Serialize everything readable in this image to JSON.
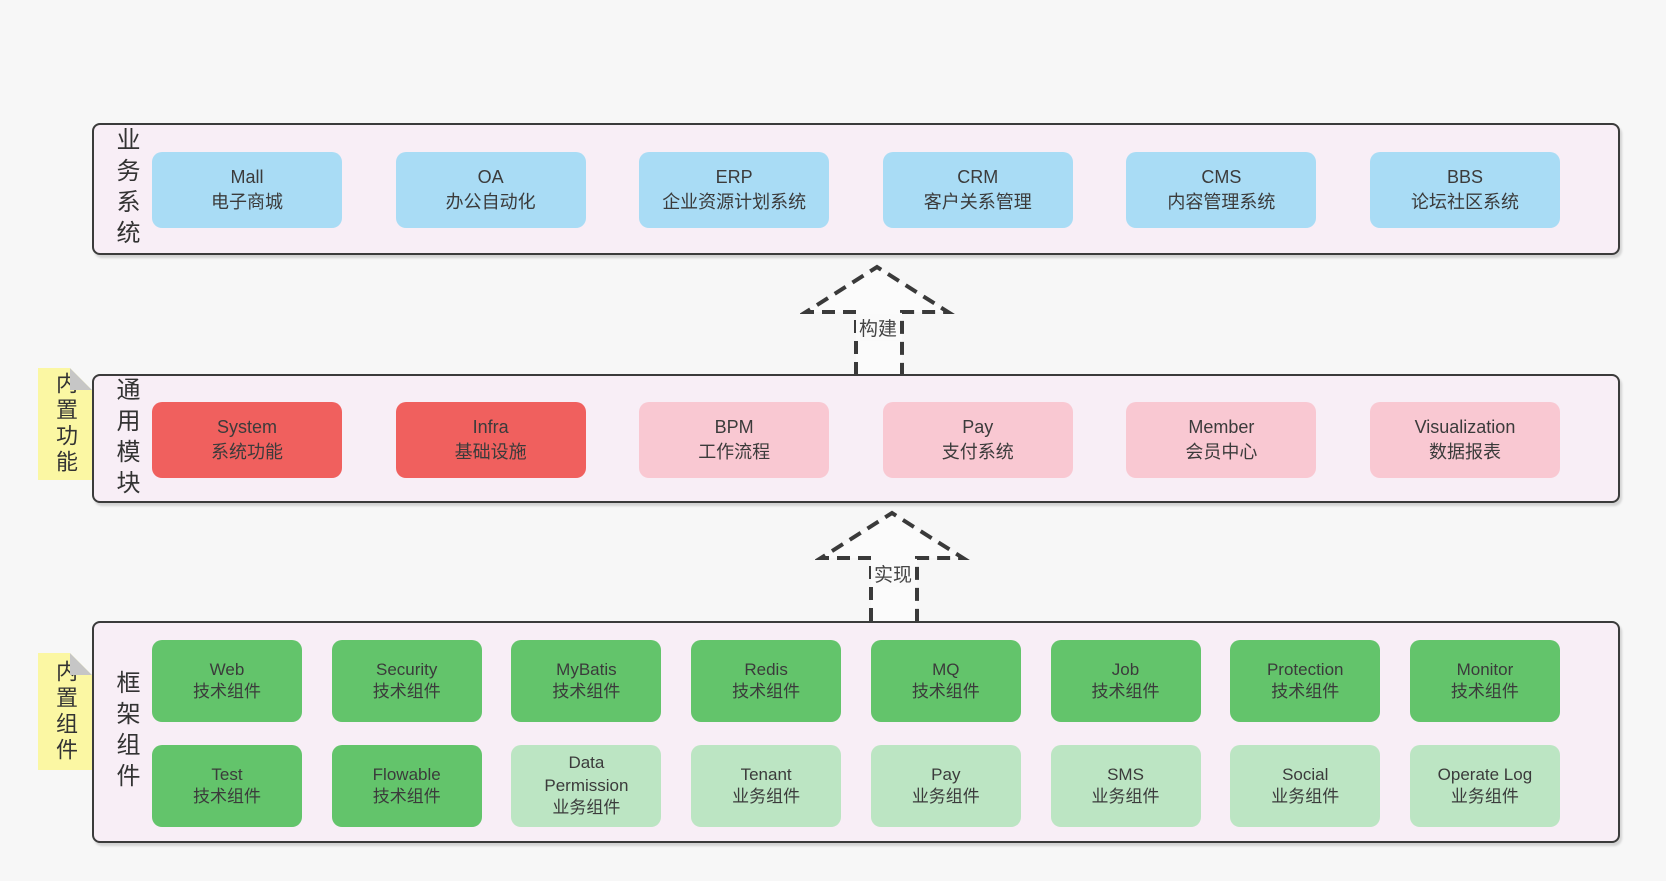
{
  "colors": {
    "page_bg": "#f7f7f7",
    "band_bg": "#f8eef6",
    "band_border": "#3b3b3b",
    "blue": "#a9dcf5",
    "red": "#f0605e",
    "pink": "#f9c8d2",
    "green_dark": "#63c46b",
    "green_light": "#bce5c3",
    "note_yellow": "#fbf7a3",
    "text": "#3b3b3b"
  },
  "arrows": [
    {
      "label": "构建"
    },
    {
      "label": "实现"
    }
  ],
  "bands": [
    {
      "label": "业务系统",
      "boxes": [
        {
          "title": "Mall",
          "subtitle": "电子商城",
          "variant": "blue"
        },
        {
          "title": "OA",
          "subtitle": "办公自动化",
          "variant": "blue"
        },
        {
          "title": "ERP",
          "subtitle": "企业资源计划系统",
          "variant": "blue"
        },
        {
          "title": "CRM",
          "subtitle": "客户关系管理",
          "variant": "blue"
        },
        {
          "title": "CMS",
          "subtitle": "内容管理系统",
          "variant": "blue"
        },
        {
          "title": "BBS",
          "subtitle": "论坛社区系统",
          "variant": "blue"
        }
      ]
    },
    {
      "label": "通用模块",
      "note": "内置功能",
      "boxes": [
        {
          "title": "System",
          "subtitle": "系统功能",
          "variant": "red"
        },
        {
          "title": "Infra",
          "subtitle": "基础设施",
          "variant": "red"
        },
        {
          "title": "BPM",
          "subtitle": "工作流程",
          "variant": "pink"
        },
        {
          "title": "Pay",
          "subtitle": "支付系统",
          "variant": "pink"
        },
        {
          "title": "Member",
          "subtitle": "会员中心",
          "variant": "pink"
        },
        {
          "title": "Visualization",
          "subtitle": "数据报表",
          "variant": "pink"
        }
      ]
    },
    {
      "label": "框架组件",
      "note": "内置组件",
      "rows": [
        [
          {
            "title": "Web",
            "subtitle": "技术组件",
            "variant": "green-dark"
          },
          {
            "title": "Security",
            "subtitle": "技术组件",
            "variant": "green-dark"
          },
          {
            "title": "MyBatis",
            "subtitle": "技术组件",
            "variant": "green-dark"
          },
          {
            "title": "Redis",
            "subtitle": "技术组件",
            "variant": "green-dark"
          },
          {
            "title": "MQ",
            "subtitle": "技术组件",
            "variant": "green-dark"
          },
          {
            "title": "Job",
            "subtitle": "技术组件",
            "variant": "green-dark"
          },
          {
            "title": "Protection",
            "subtitle": "技术组件",
            "variant": "green-dark"
          },
          {
            "title": "Monitor",
            "subtitle": "技术组件",
            "variant": "green-dark"
          }
        ],
        [
          {
            "title": "Test",
            "subtitle": "技术组件",
            "variant": "green-dark"
          },
          {
            "title": "Flowable",
            "subtitle": "技术组件",
            "variant": "green-dark"
          },
          {
            "title": "Data Permission",
            "subtitle": "业务组件",
            "variant": "green-light"
          },
          {
            "title": "Tenant",
            "subtitle": "业务组件",
            "variant": "green-light"
          },
          {
            "title": "Pay",
            "subtitle": "业务组件",
            "variant": "green-light"
          },
          {
            "title": "SMS",
            "subtitle": "业务组件",
            "variant": "green-light"
          },
          {
            "title": "Social",
            "subtitle": "业务组件",
            "variant": "green-light"
          },
          {
            "title": "Operate Log",
            "subtitle": "业务组件",
            "variant": "green-light"
          }
        ]
      ]
    }
  ]
}
